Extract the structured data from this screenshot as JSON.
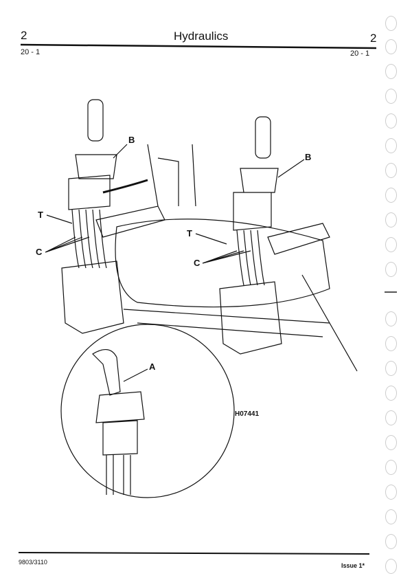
{
  "header": {
    "section_left": "2",
    "title": "Hydraulics",
    "section_right": "2",
    "page_left": "20 - 1",
    "page_right": "20 - 1"
  },
  "figure": {
    "labels": {
      "b_left": "B",
      "b_right": "B",
      "t_left": "T",
      "t_right": "T",
      "c_left": "C",
      "c_right": "C",
      "a": "A"
    },
    "figure_id": "H07441"
  },
  "footer": {
    "doc_number": "9803/3110",
    "issue": "Issue 1*"
  }
}
